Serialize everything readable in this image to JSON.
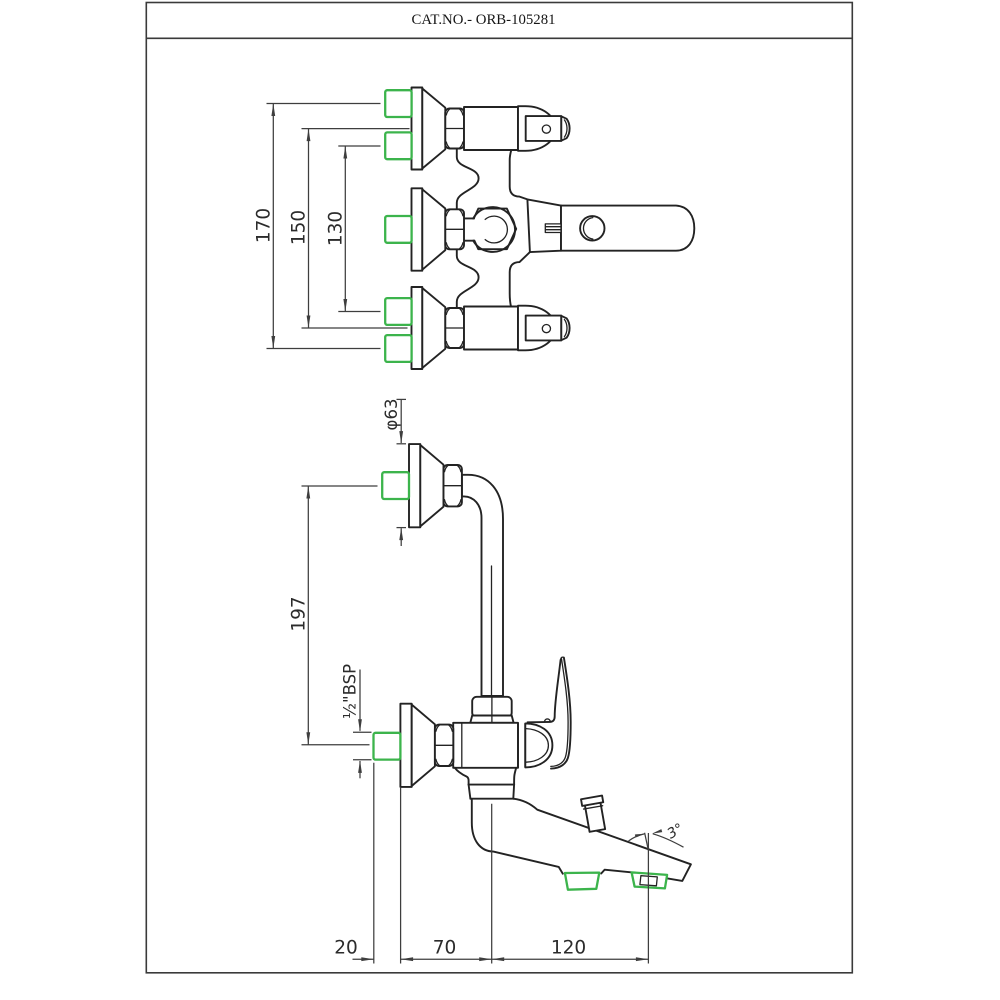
{
  "title": {
    "catalog_label": "CAT.NO.- ORB-105281"
  },
  "colors": {
    "highlight_green": "#3cb44c",
    "line": "#232323",
    "dim_line": "#3e3e3e",
    "dim_text": "#2b2b2b"
  },
  "top_view": {
    "name": "wall mixer front view",
    "dims": {
      "d170": "170",
      "d150": "150",
      "d130": "130"
    }
  },
  "side_view": {
    "name": "wall mixer side view with crutch and telephonic shower arrangement",
    "dims": {
      "dia63": "φ63",
      "d197": "197",
      "bsp": "½\"BSP",
      "d20": "20",
      "d70": "70",
      "d120": "120",
      "angle3": "3°"
    }
  }
}
